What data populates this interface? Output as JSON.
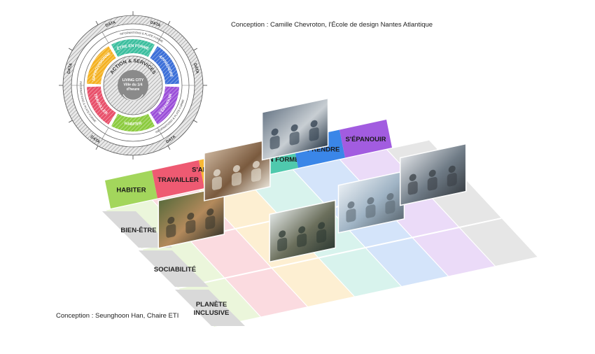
{
  "captions": {
    "top": "Conception : Camille Chevroton, l'École de design Nantes Atlantique",
    "bottom": "Conception : Seunghoon Han, Chaire ETI"
  },
  "wheel": {
    "center_lines": [
      "LIVING CITY",
      "Ville du 1/4",
      "d'heure"
    ],
    "action_ring": "ACTION & SERVICES",
    "outer_label": "DATA",
    "infra_label": "INFORMATIONS & PLATE-FORME",
    "segments": [
      {
        "label": "ÊTRE EN FORME",
        "color": "#3dbf9f"
      },
      {
        "label": "APPRENDRE",
        "color": "#3b6fd8"
      },
      {
        "label": "S'ÉPANOUIR",
        "color": "#9b4fd9"
      },
      {
        "label": "HABITER",
        "color": "#8ccb3f"
      },
      {
        "label": "TRAVAILLER",
        "color": "#e8506a"
      },
      {
        "label": "S'APPROVISIONNER",
        "color": "#f4b223"
      }
    ]
  },
  "grid": {
    "columns": [
      {
        "label": "HABITER",
        "color": "#a3d65c"
      },
      {
        "label": "TRAVAILLER",
        "color": "#ee5a72"
      },
      {
        "label": "S'APPROVISIONNER",
        "color": "#f7b733"
      },
      {
        "label": "ÊTRE EN FORME",
        "color": "#4fc9ad"
      },
      {
        "label": "APPRENDRE",
        "color": "#3a86e8"
      },
      {
        "label": "S'ÉPANOUIR",
        "color": "#a25ce0"
      }
    ],
    "rows": [
      {
        "label": "BIEN-ÊTRE"
      },
      {
        "label": "SOCIABILITÉ"
      },
      {
        "label": "PLANÈTE INCLUSIVE",
        "lines": [
          "PLANÈTE",
          "INCLUSIVE"
        ]
      }
    ],
    "row_color": "#d9d9d9",
    "photos": [
      {
        "name": "photo-habiter-house-keys",
        "palette": [
          "#5a6b3c",
          "#b48a5c",
          "#3d3a2e"
        ]
      },
      {
        "name": "photo-cooking-together",
        "palette": [
          "#c9b29a",
          "#7a5a3e",
          "#e8e2d6"
        ]
      },
      {
        "name": "photo-classroom-computers",
        "palette": [
          "#6c7a89",
          "#c8ced3",
          "#2f3e4d"
        ]
      },
      {
        "name": "photo-team-meeting",
        "palette": [
          "#dfe4e2",
          "#6b6f5c",
          "#2f3b34"
        ]
      },
      {
        "name": "photo-signing-document",
        "palette": [
          "#e8eef3",
          "#9fb3c4",
          "#5e6b75"
        ]
      },
      {
        "name": "photo-yoga-class",
        "palette": [
          "#dcdfe3",
          "#6f7b86",
          "#3a4046"
        ]
      }
    ]
  }
}
